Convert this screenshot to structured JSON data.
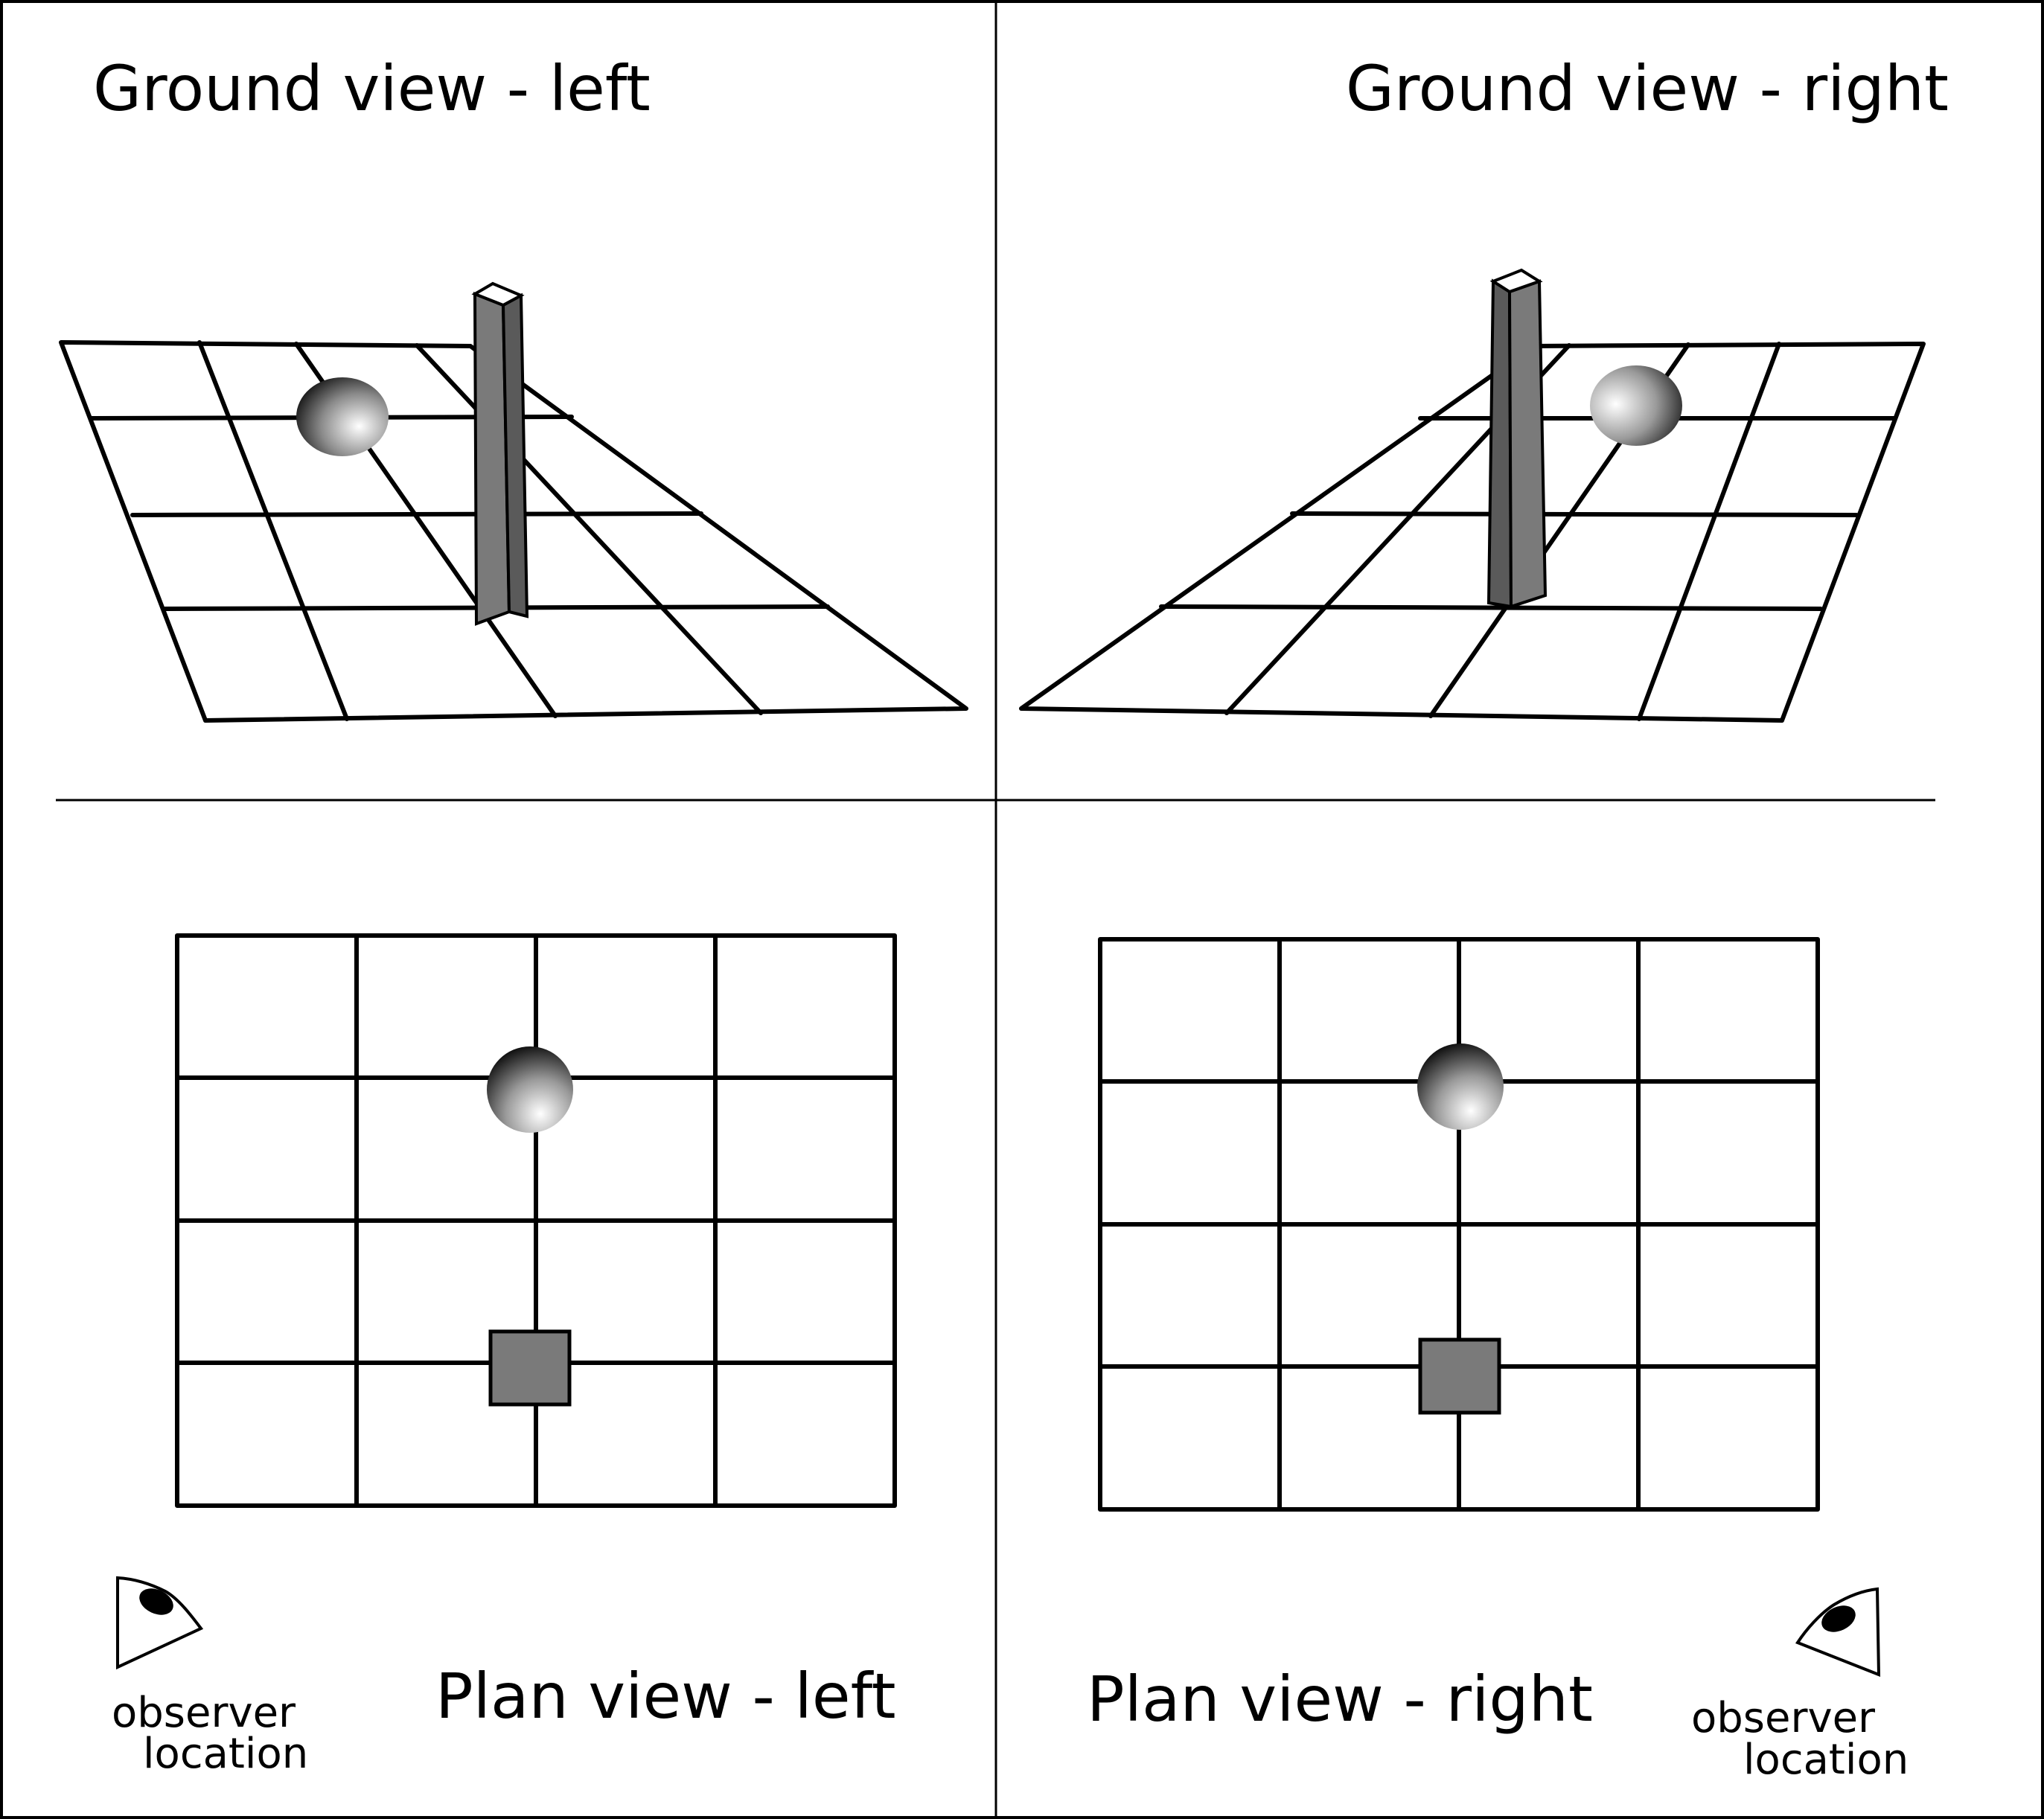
{
  "panels": {
    "ground_left": {
      "title": "Ground view - left"
    },
    "ground_right": {
      "title": "Ground view - right"
    },
    "plan_left": {
      "title": "Plan view - left",
      "observer_line1": "observer",
      "observer_line2": "location"
    },
    "plan_right": {
      "title": "Plan view - right",
      "observer_line1": "observer",
      "observer_line2": "location"
    }
  },
  "colors": {
    "pillar": "#808080",
    "pillar_dark": "#5a5a5a",
    "ink": "#000000"
  }
}
